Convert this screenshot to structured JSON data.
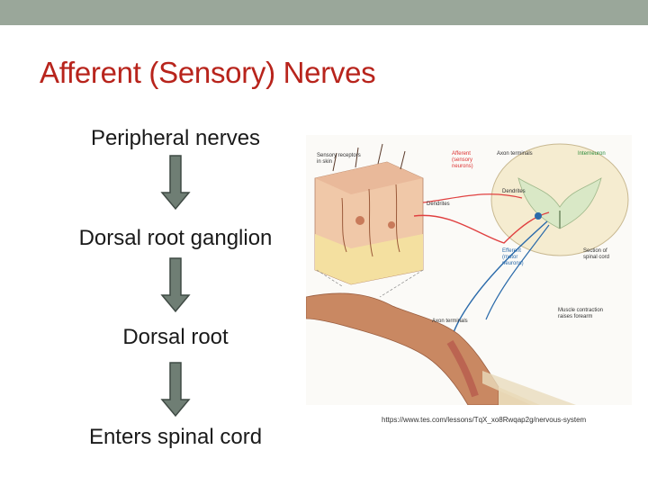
{
  "slide": {
    "title": "Afferent (Sensory) Nerves",
    "colors": {
      "title": "#b8241c",
      "top_bar": "#9aa79a",
      "arrow_fill": "#6f7e74"
    },
    "flow": [
      {
        "label": "Peripheral nerves"
      },
      {
        "label": "Dorsal root ganglion"
      },
      {
        "label": "Dorsal root"
      },
      {
        "label": "Enters spinal cord"
      }
    ],
    "figure": {
      "labels": {
        "receptors": "Sensory receptors",
        "receptors2": "in skin",
        "afferent": "Afferent",
        "afferent2": "(sensory",
        "afferent3": "neurons)",
        "axon_terminals_top": "Axon terminals",
        "interneuron": "Interneuron",
        "dendrites_left": "Dendrites",
        "dendrites_right": "Dendrites",
        "efferent": "Efferent",
        "efferent2": "(motor",
        "efferent3": "neurons)",
        "section": "Section of",
        "section2": "spinal cord",
        "axon_terminals_bottom": "Axon terminals",
        "muscle": "Muscle contraction",
        "muscle2": "raises forearm"
      }
    },
    "source": "https://www.tes.com/lessons/TqX_xo8Rwqap2g/nervous-system"
  }
}
